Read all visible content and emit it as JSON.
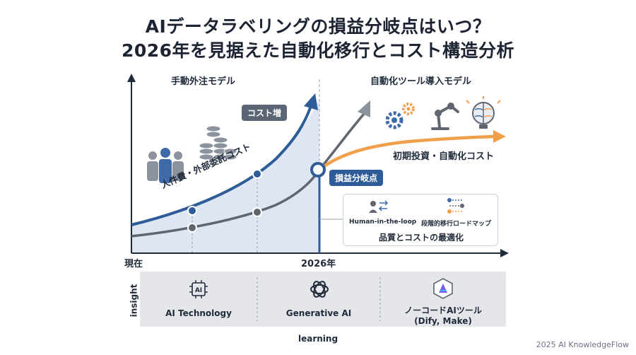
{
  "title": {
    "line1": "AIデータラベリングの損益分岐点はいつ？",
    "line2": "2026年を見据えた自動化移行とコスト構造分析"
  },
  "left_section": {
    "heading": "手動外注モデル",
    "cost_up_label": "コスト増",
    "curve_label": "人件費・外部委託コスト",
    "icons": [
      "people-icon",
      "coin-stack-icon"
    ]
  },
  "right_section": {
    "heading": "自動化ツール導入モデル",
    "curve_label": "初期投資・自動化コスト",
    "icons": [
      "gears-icon",
      "robot-arm-icon",
      "ai-brain-bulb-icon"
    ]
  },
  "breakeven_label": "損益分岐点",
  "panel": {
    "item1": "Human-in-the-loop",
    "item2": "段階的移行ロードマップ",
    "bottom": "品質とコストの最適化"
  },
  "axis": {
    "start": "現在",
    "milestone": "2026年"
  },
  "band": {
    "side_label": "insight",
    "bottom_label": "learning",
    "items": [
      {
        "label": "AI Technology",
        "icon": "ai-chip-icon"
      },
      {
        "label": "Generative AI",
        "icon": "openai-knot-icon"
      },
      {
        "label": "ノーコードAIツール\n(Dify, Make)",
        "icon": "nocode-hexagon-icon"
      }
    ]
  },
  "credit": "2025 AI KnowledgeFlow",
  "colors": {
    "blue_curve": "#2e5c98",
    "gray_curve": "#5f6670",
    "orange_curve": "#f0a04b",
    "area_fill": "#dde6f2"
  }
}
